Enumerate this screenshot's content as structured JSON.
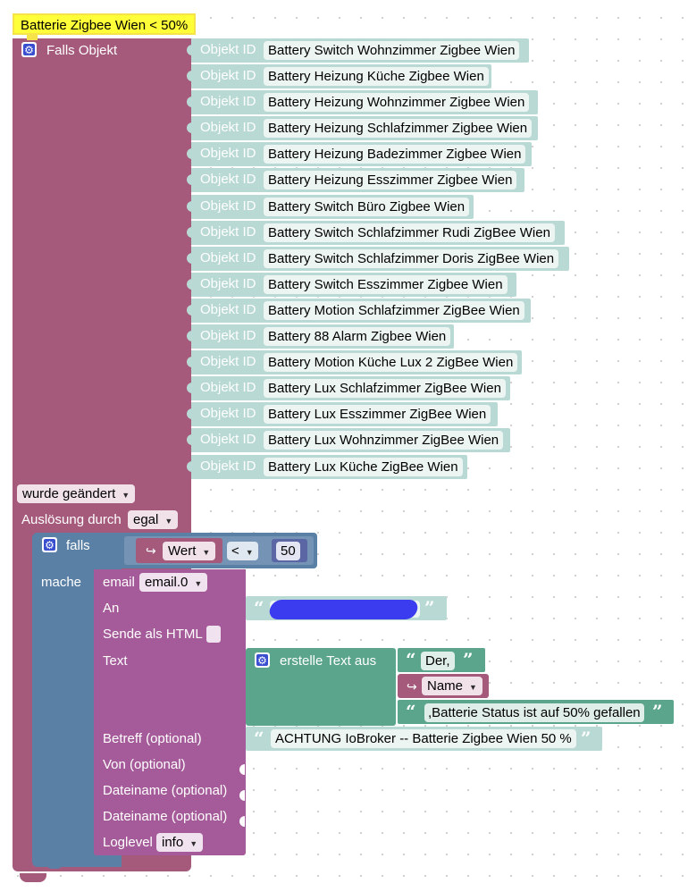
{
  "comment": "Batterie Zigbee Wien < 50%",
  "trigger": {
    "label": "Falls Objekt",
    "objekt_label": "Objekt ID",
    "objects": [
      "Battery Switch Wohnzimmer Zigbee Wien",
      "Battery Heizung Küche Zigbee Wien",
      "Battery Heizung Wohnzimmer Zigbee Wien",
      "Battery Heizung Schlafzimmer Zigbee Wien",
      "Battery Heizung Badezimmer Zigbee Wien",
      "Battery Heizung Esszimmer Zigbee Wien",
      "Battery Switch Büro Zigbee Wien",
      "Battery Switch Schlafzimmer Rudi ZigBee Wien",
      "Battery Switch Schlafzimmer Doris ZigBee Wien",
      "Battery Switch Esszimmer Zigbee Wien",
      "Battery Motion Schlafzimmer ZigBee Wien",
      "Battery 88 Alarm Zigbee Wien",
      "Battery Motion Küche Lux 2 ZigBee Wien",
      "Battery Lux Schlafzimmer ZigBee Wien",
      "Battery Lux Esszimmer ZigBee Wien",
      "Battery Lux Wohnzimmer ZigBee Wien",
      "Battery Lux Küche ZigBee Wien"
    ],
    "change_option": "wurde geändert",
    "ausloesung_label": "Auslösung durch",
    "ausloesung_value": "egal"
  },
  "if_block": {
    "falls_label": "falls",
    "mache_label": "mache",
    "wert_label": "Wert",
    "operator": "<",
    "value": "50"
  },
  "email": {
    "label": "email",
    "instance": "email.0",
    "an_label": "An",
    "html_label": "Sende als HTML",
    "text_label": "Text",
    "betreff_label": "Betreff (optional)",
    "von_label": "Von (optional)",
    "datei1_label": "Dateiname (optional)",
    "datei2_label": "Dateiname (optional)",
    "loglevel_label": "Loglevel",
    "loglevel_value": "info",
    "subject": "ACHTUNG IoBroker -- Batterie Zigbee Wien 50 %"
  },
  "text_join": {
    "label": "erstelle Text aus",
    "part1": "Der,",
    "name_label": "Name",
    "part3": ",Batterie Status ist auf 50% gefallen"
  },
  "colors": {
    "trigger": "#a5597b",
    "logic": "#5b80a5",
    "email": "#a55b99",
    "text": "#5ba58c",
    "object_id": "#b9d9d4",
    "comment": "#ffff39"
  }
}
